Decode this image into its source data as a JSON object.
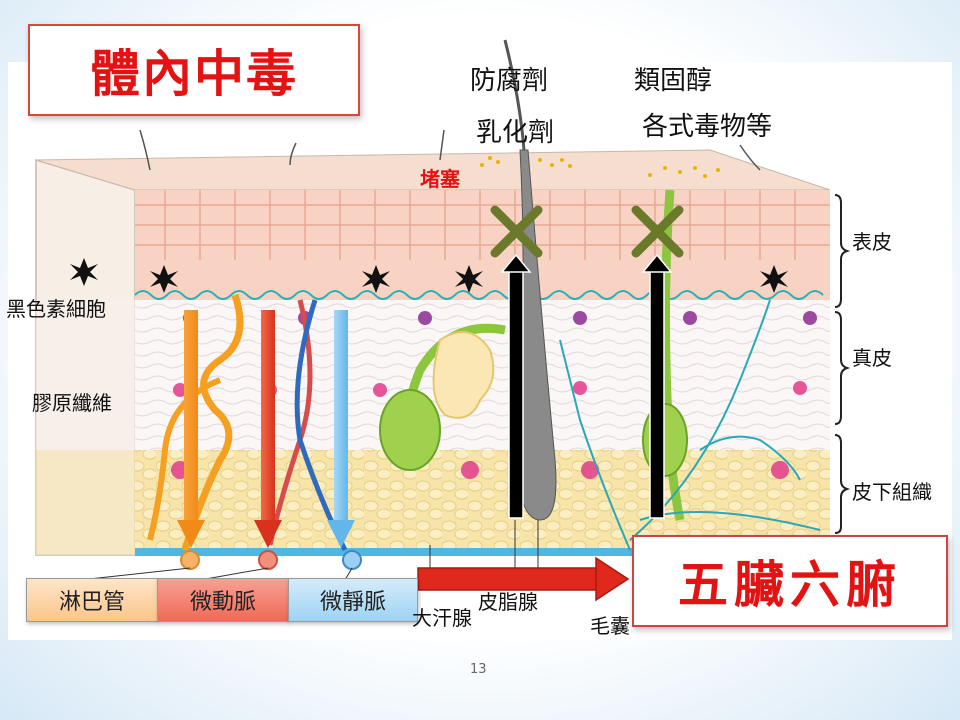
{
  "title": "體內中毒",
  "top_labels": {
    "preservative": "防腐劑",
    "emulsifier": "乳化劑",
    "steroid": "類固醇",
    "toxins": "各式毒物等",
    "blocked": "堵塞"
  },
  "left_labels": {
    "melanocyte": "黑色素細胞",
    "collagen": "膠原纖維"
  },
  "right_labels": {
    "epidermis": "表皮",
    "dermis": "真皮",
    "subcutaneous": "皮下組織"
  },
  "vessels": {
    "lymph": "淋巴管",
    "artery": "微動脈",
    "vein": "微靜脈"
  },
  "bottom_labels": {
    "sweat_gland": "大汗腺",
    "sebaceous": "皮脂腺",
    "follicle": "毛囊"
  },
  "organs": "五臟六腑",
  "page_number": "13",
  "colors": {
    "title_red": "#e31313",
    "lymph": "#f5a020",
    "artery": "#e8402a",
    "vein": "#7cc3ee",
    "arrow_black": "#000000",
    "cross_green": "#6b7a2a",
    "gland_green": "#8cc63f"
  }
}
